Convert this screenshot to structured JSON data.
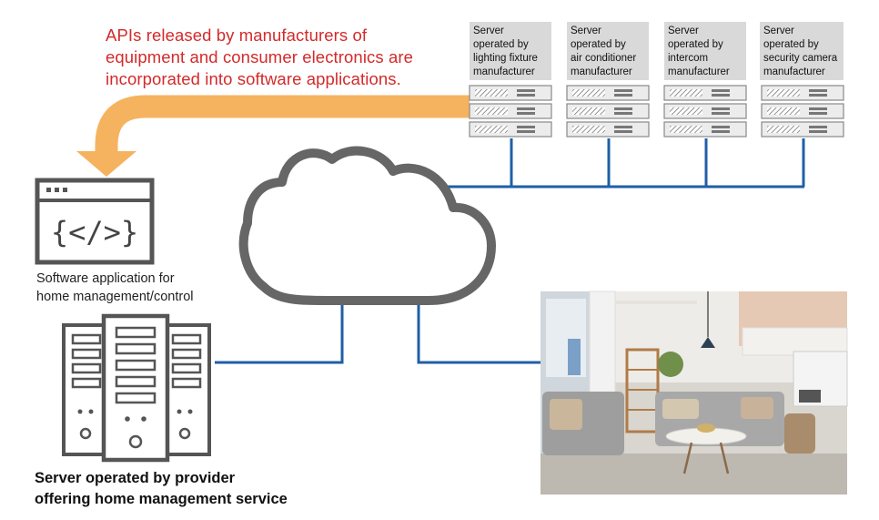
{
  "api_note": {
    "lines": [
      "APIs released by manufacturers of",
      "equipment and consumer electronics are",
      "incorporated into software applications."
    ]
  },
  "manufacturer_servers": [
    {
      "lines": [
        "Server",
        "operated by",
        "lighting fixture",
        "manufacturer"
      ]
    },
    {
      "lines": [
        "Server",
        "operated by",
        "air conditioner",
        "manufacturer"
      ]
    },
    {
      "lines": [
        "Server",
        "operated by",
        "intercom",
        "manufacturer"
      ]
    },
    {
      "lines": [
        "Server",
        "operated by",
        "security camera",
        "manufacturer"
      ]
    }
  ],
  "software_app": {
    "code_symbol": "{</>}",
    "label_lines": [
      "Software application for",
      "home management/control"
    ]
  },
  "provider_server": {
    "label_lines": [
      "Server operated by provider",
      "offering home management service"
    ]
  },
  "colors": {
    "api_text": "#d42a2a",
    "arrow": "#f5b360",
    "network_line": "#1f5fa6",
    "icon_stroke": "#555555",
    "server_label_bg": "#d9d9d9"
  }
}
